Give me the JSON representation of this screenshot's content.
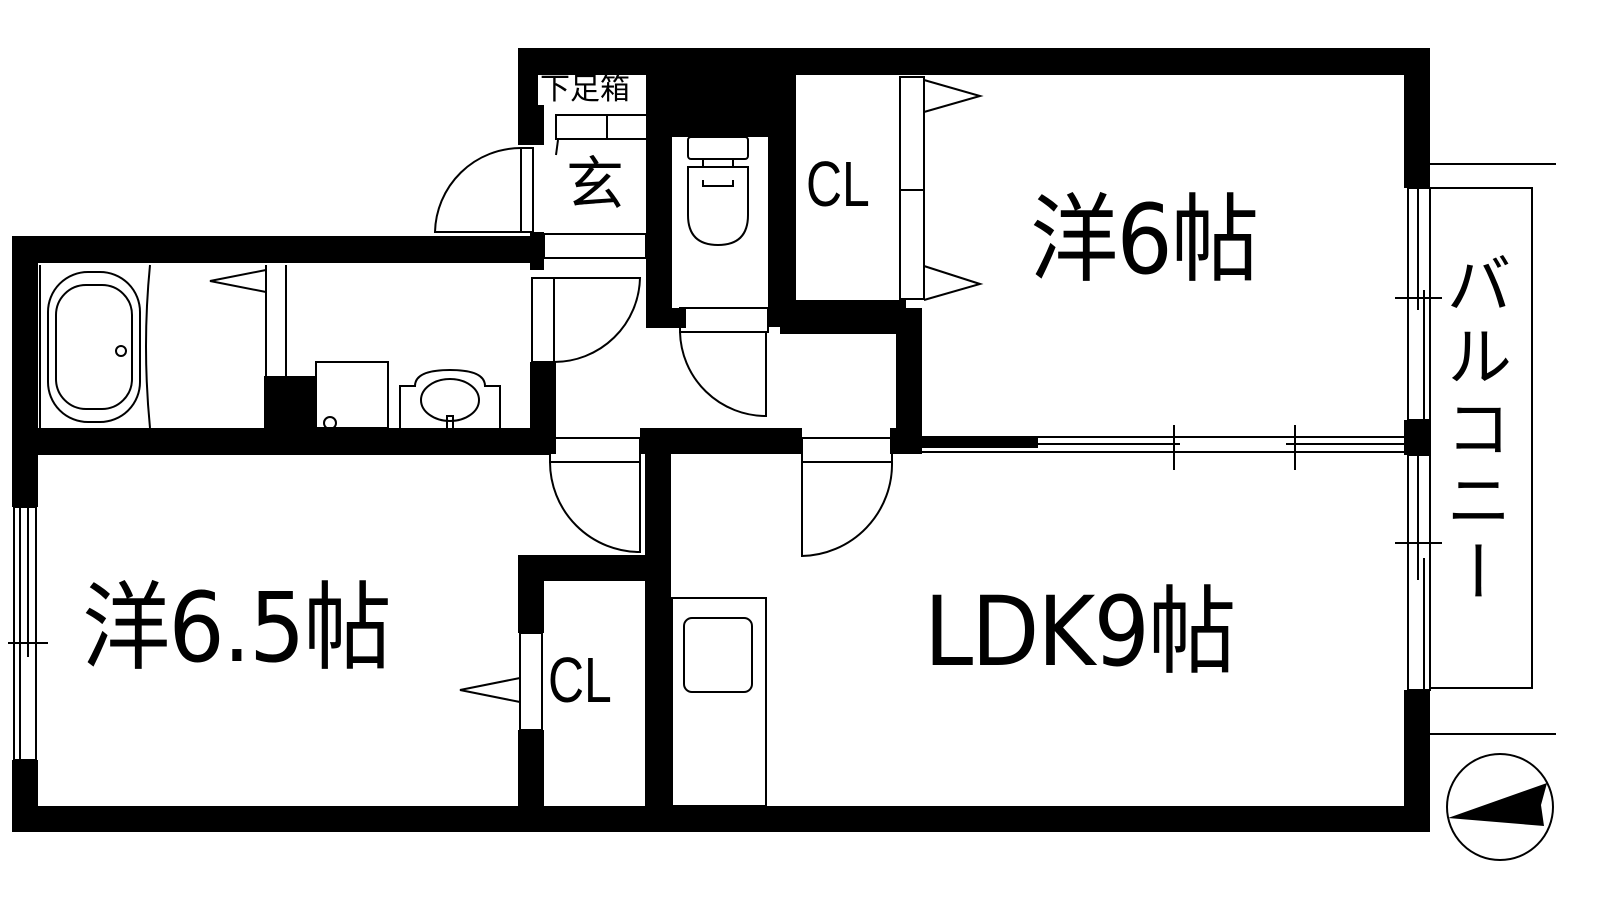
{
  "floor_plan": {
    "title": "",
    "rooms": [
      {
        "id": "western-6",
        "label": "洋6帖"
      },
      {
        "id": "western-6-5",
        "label": "洋6.5帖"
      },
      {
        "id": "ldk-9",
        "label": "LDK9帖"
      },
      {
        "id": "closet-upper",
        "label": "CL"
      },
      {
        "id": "closet-lower",
        "label": "CL"
      },
      {
        "id": "entrance",
        "label": "玄"
      },
      {
        "id": "shoe-box",
        "label": "下足箱"
      },
      {
        "id": "balcony",
        "label": "バルコニー"
      }
    ],
    "fixtures": [
      "bathtub",
      "washing-machine",
      "washbasin",
      "toilet",
      "kitchen-sink",
      "doors",
      "windows",
      "sliding-doors"
    ],
    "compass": {
      "label": "north-arrow",
      "direction": "east-pointing"
    },
    "colors": {
      "wall": "#000000",
      "background": "#ffffff"
    }
  }
}
